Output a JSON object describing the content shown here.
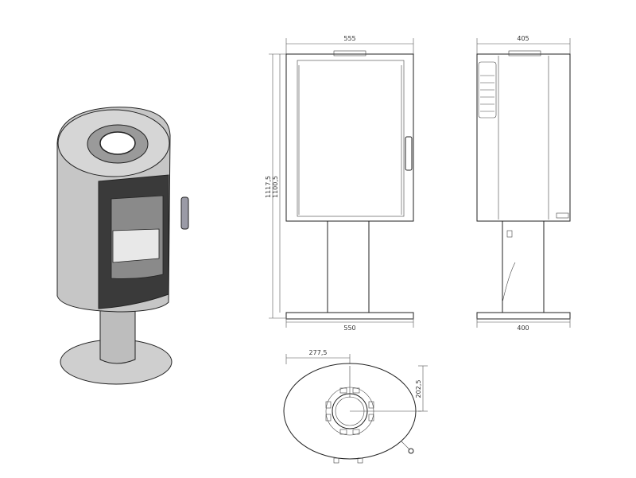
{
  "dimensions": {
    "front_width_top": "555",
    "front_width_base": "550",
    "total_height": "1117,5",
    "inner_height": "1100,5",
    "side_depth_top": "405",
    "side_depth_base": "400",
    "top_offset_x": "277,5",
    "top_offset_y": "202,5"
  },
  "colors": {
    "line": "#222222",
    "body_fill": "#c7c7c7",
    "glass_fill": "#3a3a3a"
  }
}
